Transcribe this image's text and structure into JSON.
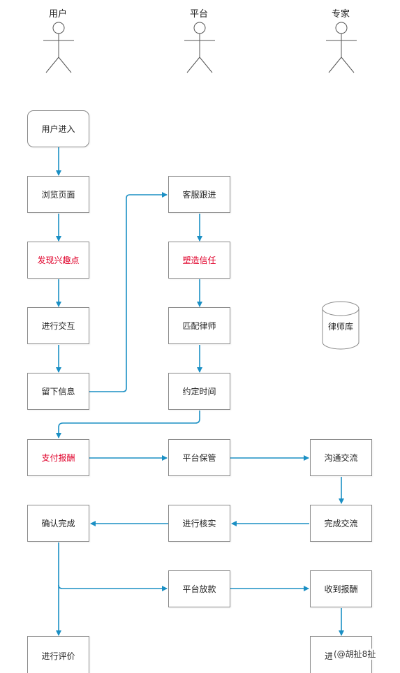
{
  "actors": [
    {
      "id": "user",
      "label": "用户"
    },
    {
      "id": "platform",
      "label": "平台"
    },
    {
      "id": "expert",
      "label": "专家"
    }
  ],
  "nodes": {
    "user_enter": "用户进入",
    "browse_page": "浏览页面",
    "find_interest": "发现兴趣点",
    "interact": "进行交互",
    "leave_info": "留下信息",
    "service_followup": "客服跟进",
    "build_trust": "塑造信任",
    "match_lawyer": "匹配律师",
    "schedule_time": "约定时间",
    "pay": "支付报酬",
    "platform_custody": "平台保管",
    "communicate": "沟通交流",
    "confirm_done": "确认完成",
    "verify": "进行核实",
    "finish_communicate": "完成交流",
    "platform_release": "平台放款",
    "receive_pay": "收到报酬",
    "review": "进行评价",
    "expert_last": "进"
  },
  "database": {
    "label": "律师库"
  },
  "watermark": "(@胡扯8扯",
  "colors": {
    "arrow": "#1a8fc4",
    "highlight_text": "#e0002a",
    "node_border": "#8a8a8a"
  }
}
